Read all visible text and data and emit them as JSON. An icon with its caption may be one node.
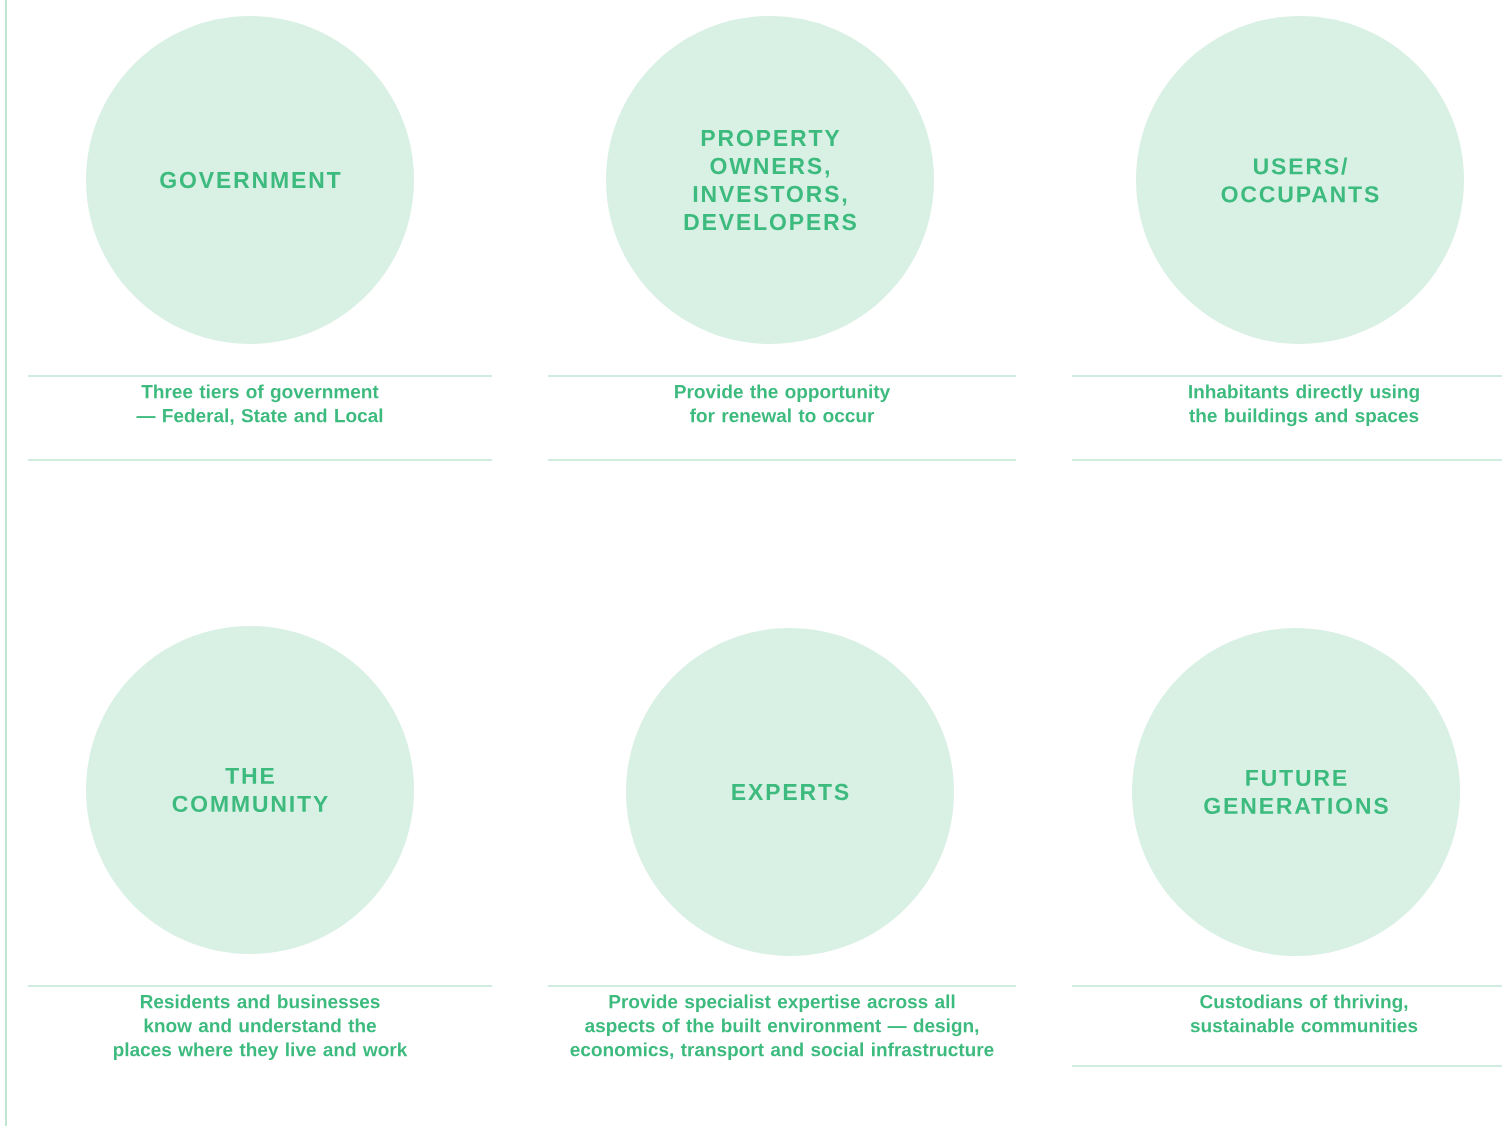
{
  "diagram": {
    "nodes": [
      {
        "text": [
          "GOVERNMENT"
        ],
        "beside": [
          "Three tiers of government — Federal, State and Local"
        ]
      },
      {
        "text": [
          "PROPERTY OWNERS, INVESTORS, DEVELOPERS"
        ],
        "beside": [
          "Provide the opportunity for renewal to occur"
        ]
      },
      {
        "text": [
          "USERS/ OCCUPANTS"
        ],
        "beside": [
          "Inhabitants directly using the buildings and spaces"
        ]
      },
      {
        "text": [
          "THE COMMUNITY"
        ],
        "beside": [
          "Residents and businesses know and understand the places where they live and work"
        ]
      },
      {
        "text": [
          "EXPERTS"
        ],
        "beside": [
          "Provide specialist expertise across all aspects of the built environment — design, economics, transport and social infrastructure"
        ]
      },
      {
        "text": [
          "FUTURE GENERATIONS"
        ],
        "beside": [
          "Custodians of thriving, sustainable communities"
        ]
      }
    ]
  }
}
